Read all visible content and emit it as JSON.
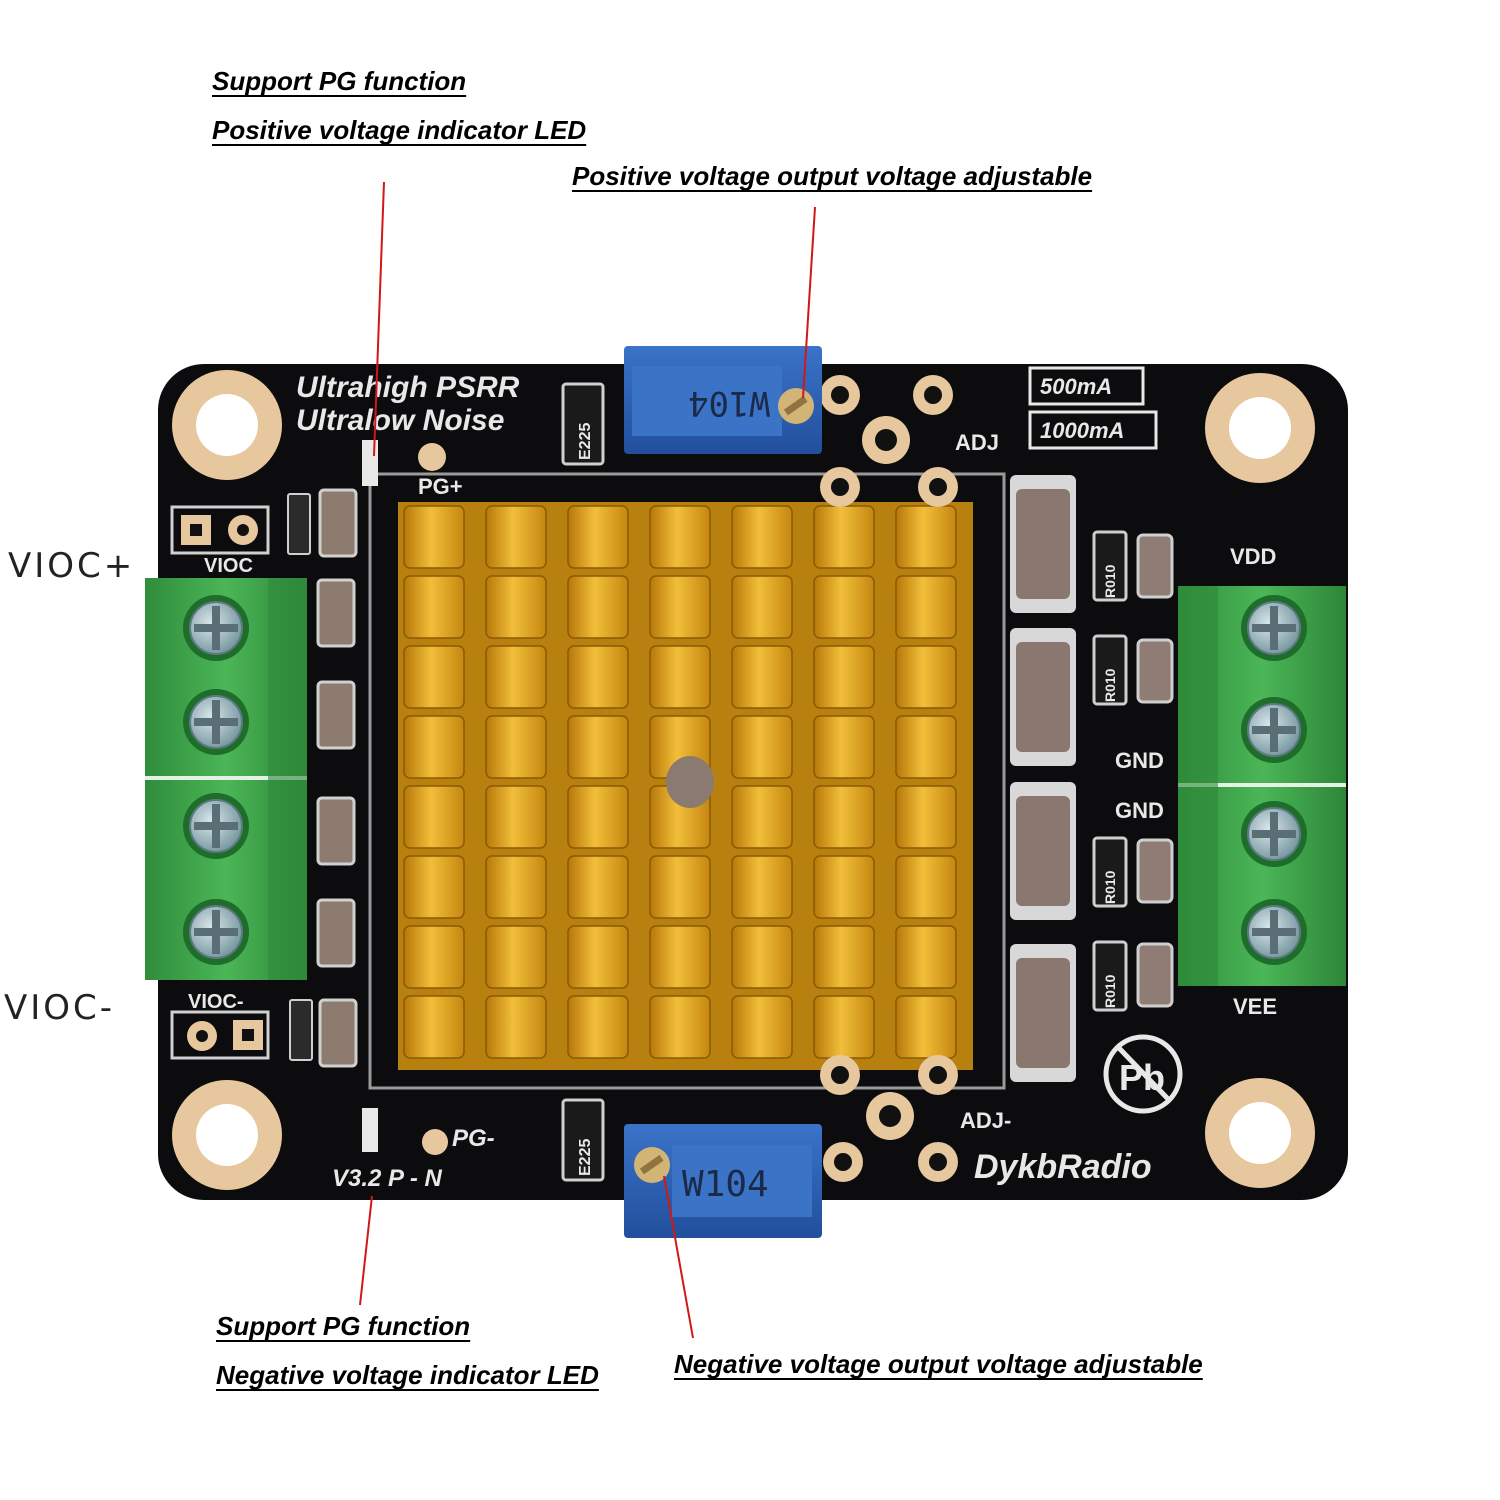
{
  "callouts": {
    "top_left_line1": "Support PG function",
    "top_left_line2": "Positive voltage indicator LED",
    "top_right": "Positive voltage output voltage adjustable",
    "bottom_left_line1": "Support PG function",
    "bottom_left_line2": "Negative voltage indicator LED",
    "bottom_right": "Negative voltage output voltage adjustable"
  },
  "side_labels": {
    "vioc_plus": "VIOC+",
    "vioc_minus": "VIOC-"
  },
  "silkscreen": {
    "title_line1": "Ultrahigh PSRR",
    "title_line2": "Ultralow Noise",
    "pg_plus": "PG+",
    "pg_minus": "PG-",
    "adj": "ADJ",
    "adj_minus": "ADJ-",
    "current_500": "500mA",
    "current_1000": "1000mA",
    "vdd": "VDD",
    "gnd_upper": "GND",
    "gnd_lower": "GND",
    "vee": "VEE",
    "vioc_top": "VIOC",
    "vioc_bottom": "VIOC-",
    "version": "V3.2 P - N",
    "brand": "DykbRadio",
    "cap_top": "E225",
    "cap_bottom": "E225",
    "pot_top": "W104",
    "pot_bottom": "W104",
    "resistor_1": "R010",
    "resistor_2": "R010",
    "resistor_3": "R010",
    "resistor_4": "R010",
    "pb_logo": "Pb"
  },
  "colors": {
    "pcb": "#0c0c0e",
    "heatsink": "#e0a21a",
    "terminal": "#3ea24a",
    "potentiometer": "#2d62b8",
    "gold_pad": "#e8c9a0",
    "callout_line": "#d01818"
  }
}
